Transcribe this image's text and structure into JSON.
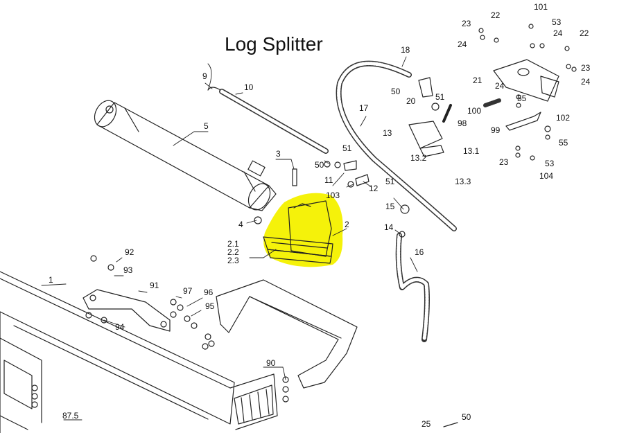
{
  "title": "Log Splitter",
  "highlight_color": "#f5f20a",
  "callouts": {
    "c1": "1",
    "c2": "2",
    "c21": "2.1",
    "c22": "2.2",
    "c23": "2.3",
    "c3": "3",
    "c4": "4",
    "c5": "5",
    "c9": "9",
    "c10": "10",
    "c11": "11",
    "c12": "12",
    "c13": "13",
    "c131": "13.1",
    "c132": "13.2",
    "c133": "13.3",
    "c14": "14",
    "c15": "15",
    "c16": "16",
    "c17": "17",
    "c18": "18",
    "c20": "20",
    "c21b": "21",
    "c22a": "22",
    "c22b": "22",
    "c23a": "23",
    "c23b": "23",
    "c23c": "23",
    "c24a": "24",
    "c24b": "24",
    "c24c": "24",
    "c24d": "24",
    "c25": "25",
    "c50a": "50",
    "c50b": "50",
    "c50c": "50",
    "c51a": "51",
    "c51b": "51",
    "c51c": "51",
    "c53a": "53",
    "c53b": "53",
    "c55a": "55",
    "c55b": "55",
    "c875": "87.5",
    "c90": "90",
    "c91": "91",
    "c92": "92",
    "c93": "93",
    "c94": "94",
    "c95": "95",
    "c96": "96",
    "c97": "97",
    "c98": "98",
    "c99": "99",
    "c100": "100",
    "c101": "101",
    "c102": "102",
    "c103": "103",
    "c104": "104"
  }
}
